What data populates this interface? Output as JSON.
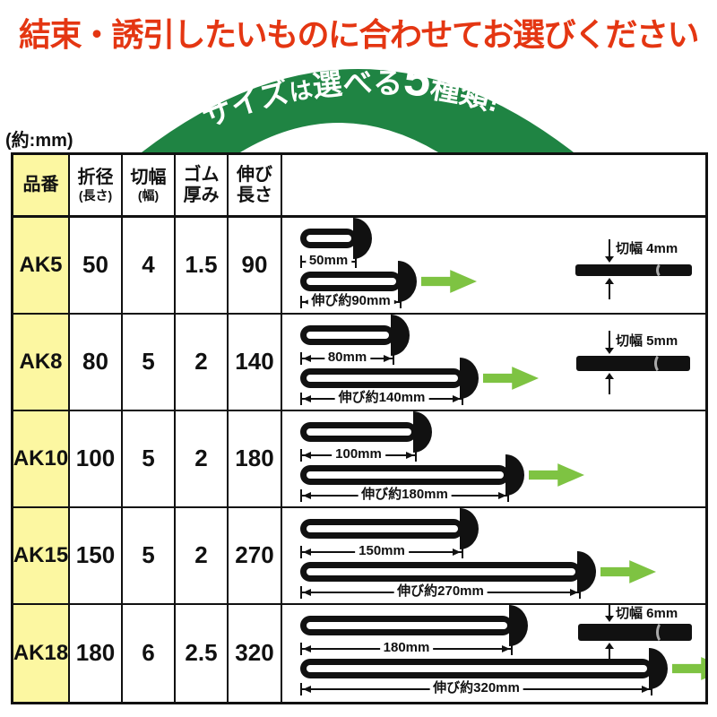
{
  "title": "結束・誘引したいものに合わせてお選びください",
  "unit_note": "(約:mm)",
  "banner": {
    "full": "サイズは選べる5種類!",
    "p1": "サイズ",
    "p2": "は",
    "p3": "選べる",
    "p4": "5",
    "p5": "種類",
    "p6": "!"
  },
  "colors": {
    "red": "#e43612",
    "green": "#1f8443",
    "arrow-green": "#7ec342",
    "yellow": "#fcf7a1",
    "ink": "#111111"
  },
  "table": {
    "columns": [
      {
        "l1": "品番",
        "l2": ""
      },
      {
        "l1": "折径",
        "l2": "(長さ)"
      },
      {
        "l1": "切幅",
        "l2": "(幅)"
      },
      {
        "l1": "ゴム",
        "l2": "厚み"
      },
      {
        "l1": "伸び",
        "l2": "長さ"
      }
    ],
    "rows": [
      {
        "model": "AK5",
        "fold": "50",
        "cut": "4",
        "thick": "1.5",
        "stretch": "90",
        "len_label": "50mm",
        "stretch_label": "伸び約90mm",
        "cut_label": "切幅 4mm"
      },
      {
        "model": "AK8",
        "fold": "80",
        "cut": "5",
        "thick": "2",
        "stretch": "140",
        "len_label": "80mm",
        "stretch_label": "伸び約140mm",
        "cut_label": "切幅 5mm"
      },
      {
        "model": "AK10",
        "fold": "100",
        "cut": "5",
        "thick": "2",
        "stretch": "180",
        "len_label": "100mm",
        "stretch_label": "伸び約180mm",
        "cut_label": ""
      },
      {
        "model": "AK15",
        "fold": "150",
        "cut": "5",
        "thick": "2",
        "stretch": "270",
        "len_label": "150mm",
        "stretch_label": "伸び約270mm",
        "cut_label": ""
      },
      {
        "model": "AK18",
        "fold": "180",
        "cut": "6",
        "thick": "2.5",
        "stretch": "320",
        "len_label": "180mm",
        "stretch_label": "伸び約320mm",
        "cut_label": "切幅 6mm"
      }
    ]
  }
}
